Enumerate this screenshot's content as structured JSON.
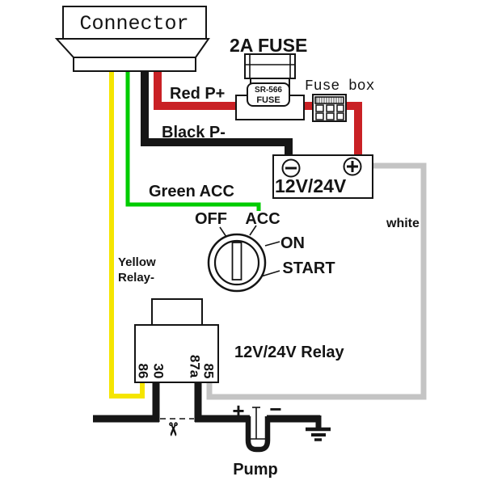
{
  "connector": {
    "label": "Connector"
  },
  "fuse": {
    "heading": "2A FUSE",
    "plate_line1": "SR-566",
    "plate_line2": "FUSE",
    "box_label": "Fuse box"
  },
  "wires": {
    "red_label": "Red P+",
    "black_label": "Black P-",
    "green_label": "Green ACC",
    "yellow_label_line1": "Yellow",
    "yellow_label_line2": "Relay-",
    "white_label": "white"
  },
  "battery": {
    "voltage": "12V/24V"
  },
  "ignition": {
    "off": "OFF",
    "acc": "ACC",
    "on": "ON",
    "start": "START"
  },
  "relay": {
    "label": "12V/24V Relay",
    "pin_86": "86",
    "pin_30": "30",
    "pin_87a": "87a",
    "pin_85": "85"
  },
  "pump": {
    "label": "Pump",
    "plus": "+",
    "minus": "−"
  },
  "icons": {
    "scissors": "✂"
  },
  "colors": {
    "red": "#c92125",
    "black": "#161616",
    "green": "#00cc00",
    "yellow": "#f5e500",
    "white_wire": "#c4c4c4"
  }
}
